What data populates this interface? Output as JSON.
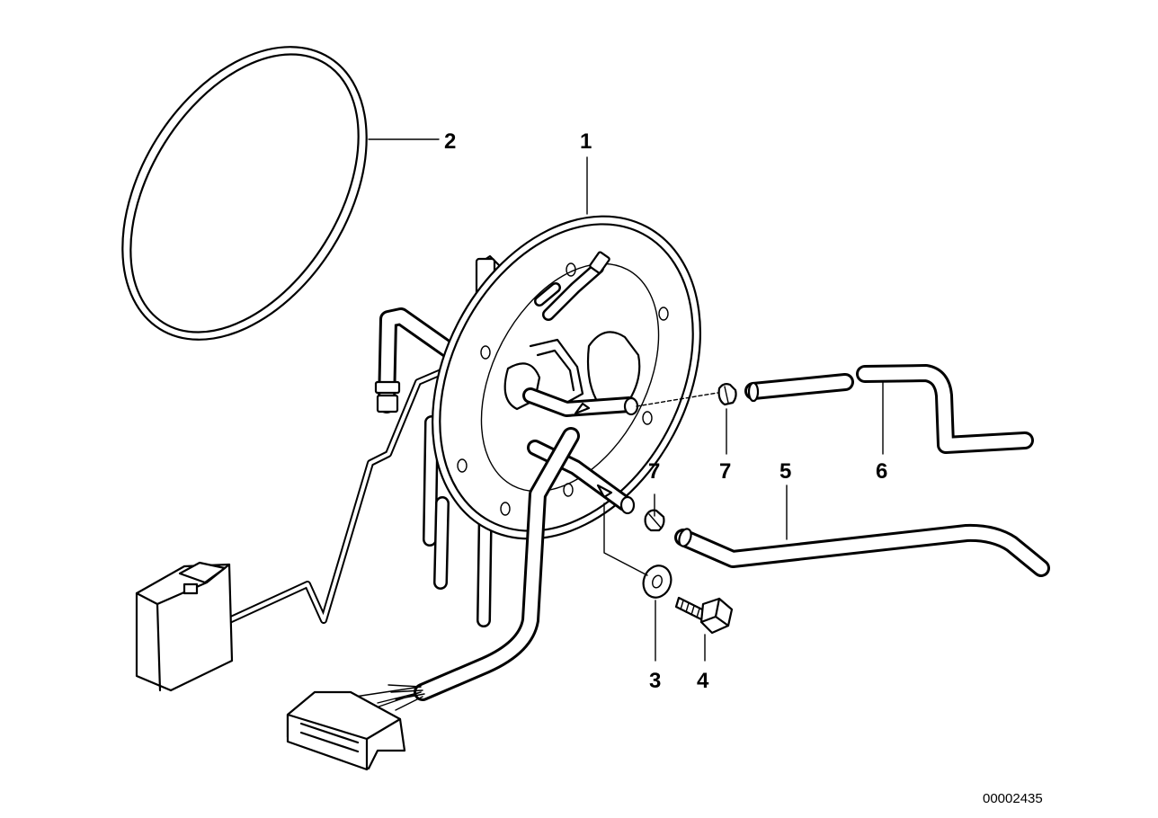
{
  "callouts": {
    "c1": "1",
    "c2": "2",
    "c3": "3",
    "c4": "4",
    "c5": "5",
    "c6": "6",
    "c7a": "7",
    "c7b": "7"
  },
  "image_ref": "00002435"
}
